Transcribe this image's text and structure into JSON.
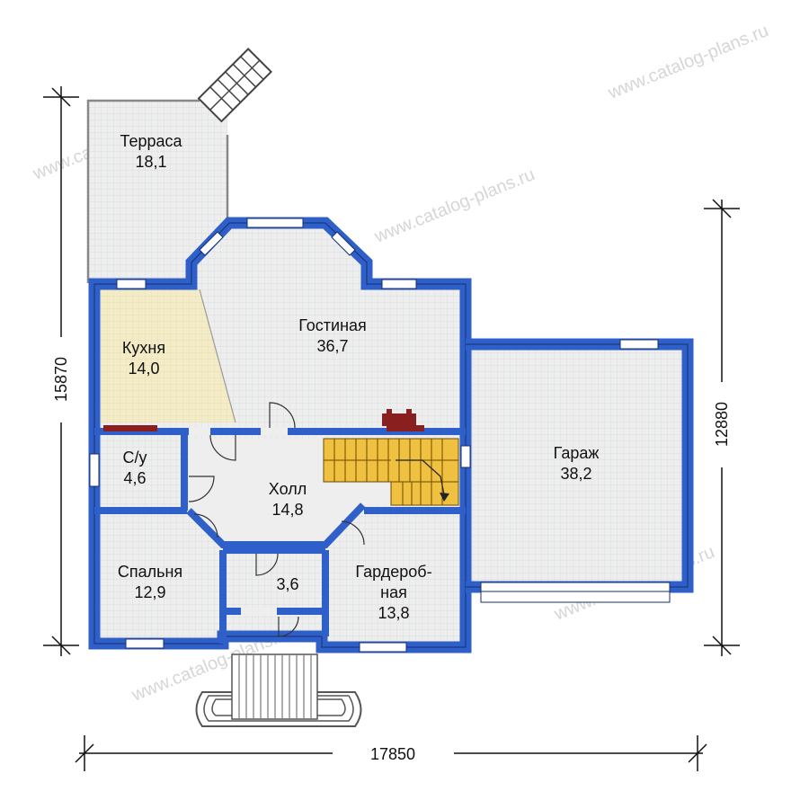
{
  "colors": {
    "wall": "#2f5fc8",
    "wall_edge": "#16306e",
    "floor": "#eeeeee",
    "tile_grid": "#cfd8d8",
    "kitchen_floor": "#f3ecc7",
    "stair_wood": "#f0c040",
    "window": "#ffffff",
    "fireplace": "#8a1f1f",
    "watermark": "#d5d5d5"
  },
  "rooms": {
    "terrace": {
      "name": "Терраса",
      "area": "18,1"
    },
    "living": {
      "name": "Гостиная",
      "area": "36,7"
    },
    "kitchen": {
      "name": "Кухня",
      "area": "14,0"
    },
    "garage": {
      "name": "Гараж",
      "area": "38,2"
    },
    "wc": {
      "name": "С/у",
      "area": "4,6"
    },
    "hall": {
      "name": "Холл",
      "area": "14,8"
    },
    "bedroom": {
      "name": "Спальня",
      "area": "12,9"
    },
    "vestibule": {
      "area": "3,6"
    },
    "wardrobe": {
      "name_line1": "Гардероб-",
      "name_line2": "ная",
      "area": "13,8"
    }
  },
  "dimensions": {
    "total_width": "17850",
    "left_height": "15870",
    "right_height": "12880"
  },
  "watermark": "www.catalog-plans.ru"
}
